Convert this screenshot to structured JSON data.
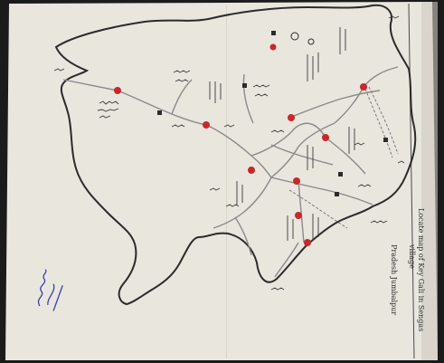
{
  "image": {
    "description_free": true
  },
  "map": {
    "title_lines": [
      "Locate map of Key Gali in Sengas",
      "village",
      "Pradesh Jumbalpur"
    ],
    "legend_unreadable": true,
    "colors": {
      "paper": "#e9e6de",
      "ink": "#2b2b2b",
      "road": "#8a8a8a",
      "marker": "#c8282a",
      "stamp": "#3a3fb0",
      "background": "#1b1b1b"
    },
    "red_marker_count": 10,
    "square_marker_count": 6
  },
  "stamp": {
    "text": ""
  }
}
